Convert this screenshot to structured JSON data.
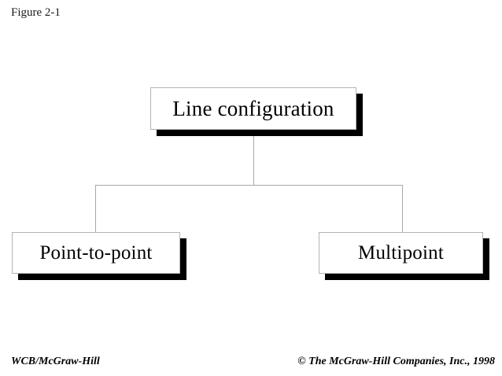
{
  "figure": {
    "label": "Figure 2-1"
  },
  "diagram": {
    "type": "hierarchy-tree",
    "root": {
      "label": "Line configuration"
    },
    "children": [
      {
        "label": "Point-to-point"
      },
      {
        "label": "Multipoint"
      }
    ]
  },
  "footer": {
    "publisher": "WCB/McGraw-Hill",
    "copyright": "© The McGraw-Hill Companies, Inc., 1998"
  },
  "colors": {
    "background": "#ffffff",
    "box_fill": "#ffffff",
    "box_border": "#b4b4b4",
    "box_shadow": "#000000",
    "connector": "#a8a8a8",
    "text": "#000000"
  }
}
